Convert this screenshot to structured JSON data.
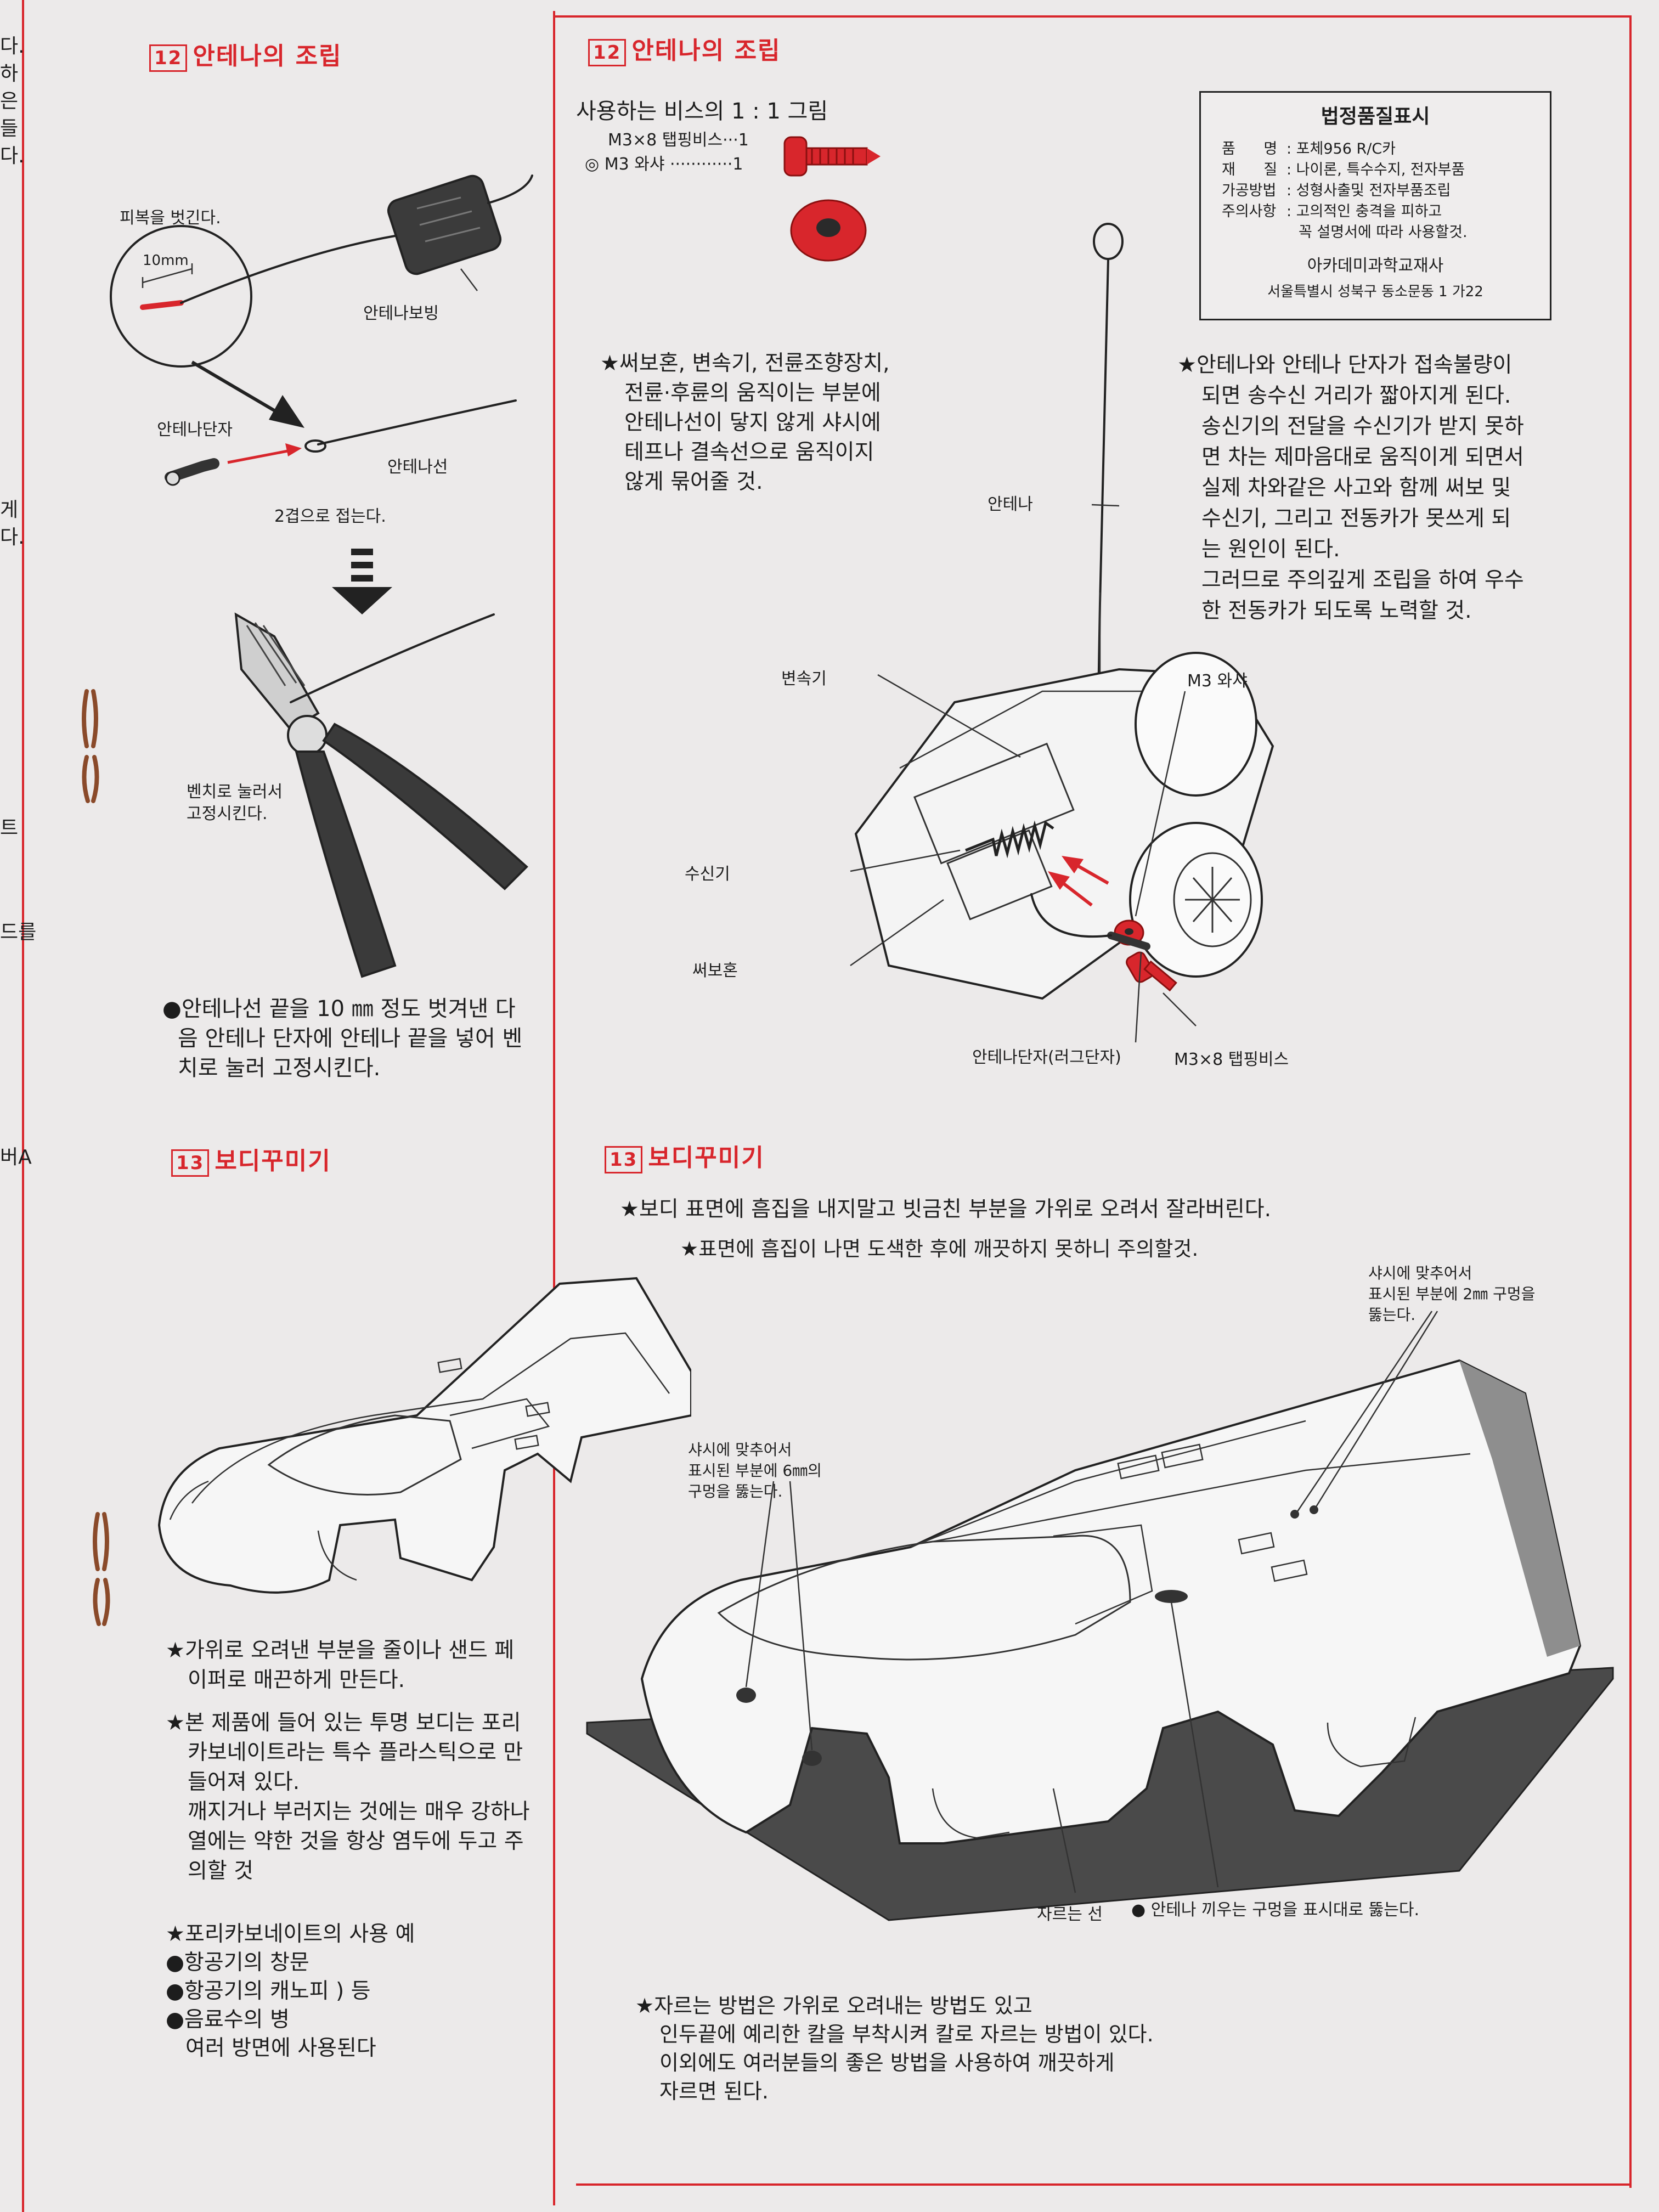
{
  "left_edge": {
    "chars": [
      "다.",
      "하",
      "은",
      "들",
      "다.",
      "게",
      "다.",
      "트",
      "드를",
      "버A"
    ]
  },
  "antenna_left": {
    "title_num": "12",
    "title": "안테나의 조립",
    "label_strip": "피복을 벗긴다.",
    "label_10mm": "10mm",
    "label_spool": "안테나보빙",
    "label_terminal": "안테나단자",
    "label_wire": "안테나선",
    "label_fold": "2겹으로 접는다.",
    "label_pliers_1": "벤치로 눌러서",
    "label_pliers_2": "고정시킨다.",
    "note_1": "●안테나선 끝을 10 ㎜ 정도 벗겨낸 다",
    "note_2": "음 안테나 단자에 안테나 끝을 넣어 벤",
    "note_3": "치로 눌러 고정시킨다."
  },
  "antenna_right": {
    "title_num": "12",
    "title": "안테나의 조립",
    "screw_heading": "사용하는 비스의 1 : 1 그림",
    "screw_1": "M3×8 탭핑비스···1",
    "screw_2": "◎ M3 와샤 ············1",
    "warn_left": [
      "★써보혼, 변속기, 전륜조향장치,",
      "전륜·후륜의 움직이는 부분에",
      "안테나선이 닿지 않게 샤시에",
      "테프나 결속선으로 움직이지",
      "않게 묶어줄 것."
    ],
    "warn_right": [
      "★안테나와 안테나 단자가 접속불량이",
      "되면 송수신 거리가 짧아지게 된다.",
      "송신기의 전달을 수신기가 받지 못하",
      "면 차는 제마음대로 움직이게 되면서",
      "실제 차와같은 사고와 함께 써보 및",
      "수신기, 그리고 전동카가 못쓰게 되",
      "는 원인이 된다.",
      "그러므로 주의깊게 조립을 하여 우수",
      "한 전동카가 되도록 노력할 것."
    ],
    "lbl_antenna": "안테나",
    "lbl_transmission": "변속기",
    "lbl_washer": "M3 와샤",
    "lbl_receiver": "수신기",
    "lbl_servo": "써보혼",
    "lbl_lug": "안테나단자(러그단자)",
    "lbl_screw": "M3×8 탭핑비스"
  },
  "quality_label": {
    "title": "법정품질표시",
    "rows": [
      {
        "key": "품      명",
        "value": ": 포체956 R/C카"
      },
      {
        "key": "재      질",
        "value": ": 나이론, 특수수지, 전자부품"
      },
      {
        "key": "가공방법",
        "value": ": 성형사출및 전자부품조립"
      },
      {
        "key": "주의사항",
        "value": ": 고의적인 충격을 피하고"
      },
      {
        "key": "",
        "value": "꼭 설명서에 따라 사용할것."
      }
    ],
    "company": "아카데미과학교재사",
    "address": "서울특별시 성북구 동소문동 1 가22"
  },
  "body_left": {
    "title_num": "13",
    "title": "보디꾸미기",
    "note_a": [
      "★가위로 오려낸 부분을 줄이나 샌드 페",
      "이퍼로 매끈하게 만든다."
    ],
    "note_b": [
      "★본 제품에 들어 있는 투명 보디는 포리",
      "카보네이트라는 특수 플라스틱으로 만",
      "들어져 있다.",
      "깨지거나 부러지는 것에는 매우 강하나",
      "열에는 약한 것을 항상 염두에 두고 주",
      "의할 것"
    ],
    "use_title": "★포리카보네이트의 사용 예",
    "use_items": [
      "●항공기의 창문",
      "●항공기의 캐노피",
      "●음료수의 병"
    ],
    "use_brace": ") 등",
    "use_tail": "여러 방면에 사용된다"
  },
  "body_right": {
    "title_num": "13",
    "title": "보디꾸미기",
    "warn_1": "★보디 표면에 흠집을 내지말고 빗금친 부분을 가위로 오려서 잘라버린다.",
    "warn_2": "★표면에 흠집이 나면 도색한 후에 깨끗하지  못하니 주의할것.",
    "hole_right": [
      "샤시에 맞추어서",
      "표시된 부분에 2㎜ 구멍을",
      "뚫는다."
    ],
    "hole_left": [
      "샤시에 맞추어서",
      "표시된 부분에 6㎜의",
      "구멍을 뚫는다."
    ],
    "cut_line": "자르는 선",
    "antenna_hole": "● 안테나 끼우는 구멍을 표시대로 뚫는다.",
    "cut_note": [
      "★자르는 방법은 가위로 오려내는 방법도 있고",
      "인두끝에 예리한 칼을 부착시켜 칼로 자르는 방법이 있다.",
      "이외에도 여러분들의 좋은 방법을 사용하여 깨끗하게",
      "자르면 된다."
    ]
  },
  "colors": {
    "accent": "#d8262c",
    "paper": "#eceaea",
    "ink": "#1d1d1d"
  }
}
